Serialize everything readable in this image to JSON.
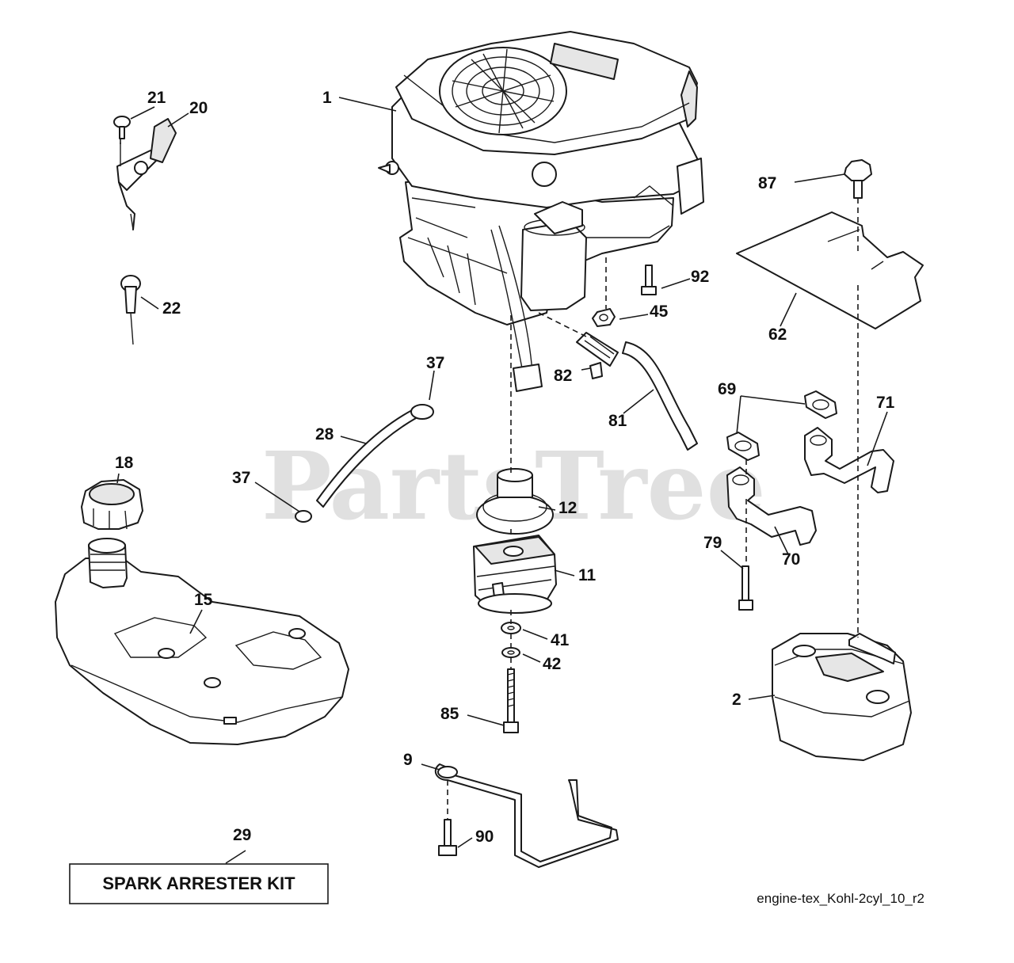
{
  "watermark": "PartsTree",
  "kit_label": "SPARK ARRESTER KIT",
  "diagram_id": "engine-tex_Kohl-2cyl_10_r2",
  "callouts": {
    "c1": "1",
    "c2": "2",
    "c9": "9",
    "c11": "11",
    "c12": "12",
    "c15": "15",
    "c18": "18",
    "c20": "20",
    "c21": "21",
    "c22": "22",
    "c28": "28",
    "c29": "29",
    "c37a": "37",
    "c37b": "37",
    "c41": "41",
    "c42": "42",
    "c45": "45",
    "c62": "62",
    "c69": "69",
    "c70": "70",
    "c71": "71",
    "c79": "79",
    "c81": "81",
    "c82": "82",
    "c85": "85",
    "c87": "87",
    "c90": "90",
    "c92": "92"
  }
}
